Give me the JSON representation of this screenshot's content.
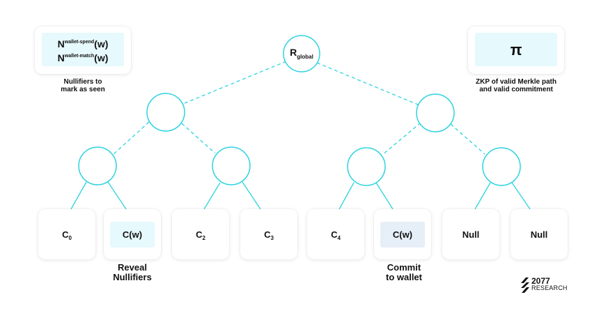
{
  "root": {
    "label": "R",
    "sub": "global"
  },
  "nullifier_card": {
    "line1": {
      "base": "N",
      "sup": "wallet-spend",
      "arg": "(w)"
    },
    "line2": {
      "base": "N",
      "sup": "wallet-match",
      "arg": "(w)"
    },
    "caption_1": "Nullifiers to",
    "caption_2": "mark as seen"
  },
  "zkp_card": {
    "symbol": "π",
    "caption_1": "ZKP of valid Merkle path",
    "caption_2": "and valid commitment"
  },
  "leaves": [
    {
      "label": "C",
      "sub": "0",
      "highlight": "none"
    },
    {
      "label": "C(w)",
      "sub": "",
      "highlight": "cyan"
    },
    {
      "label": "C",
      "sub": "2",
      "highlight": "none"
    },
    {
      "label": "C",
      "sub": "3",
      "highlight": "none"
    },
    {
      "label": "C",
      "sub": "4",
      "highlight": "none"
    },
    {
      "label": "C(w)",
      "sub": "",
      "highlight": "blue"
    },
    {
      "label": "Null",
      "sub": "",
      "highlight": "none"
    },
    {
      "label": "Null",
      "sub": "",
      "highlight": "none"
    }
  ],
  "annotations": {
    "reveal_1": "Reveal",
    "reveal_2": "Nullifiers",
    "commit_1": "Commit",
    "commit_2": "to wallet"
  },
  "logo": {
    "number": "2077",
    "word": "RESEARCH"
  },
  "colors": {
    "tree": "#2dd3e0",
    "cyan_fill": "#e6f9fc",
    "blue_fill": "#e6eef7"
  }
}
